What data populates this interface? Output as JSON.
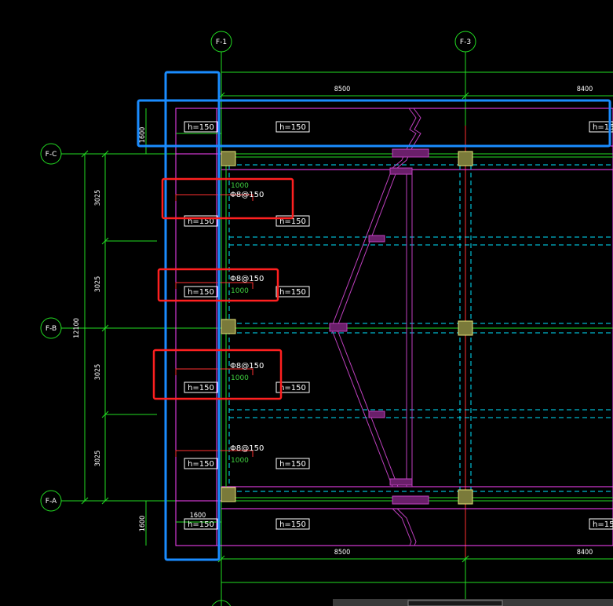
{
  "axes": {
    "f1": "F-1",
    "f3": "F-3",
    "fc": "F-C",
    "fb": "F-B",
    "fa": "F-A"
  },
  "dimensions": {
    "top_span_1": "8500",
    "top_span_2": "8400",
    "bottom_span_1": "8500",
    "bottom_span_2": "8400",
    "left_segments": [
      "3025",
      "3025",
      "3025",
      "3025"
    ],
    "left_total": "12100",
    "top_overhang": "1600",
    "bottom_overhang": "1600"
  },
  "slab_labels": {
    "thickness": "h=150",
    "top_left_overlap": "h=150",
    "top_right_partial": "h=15",
    "bottom_right_partial": "h=15",
    "bottom_left_extra": "1600"
  },
  "rebar_labels": {
    "spec": "Φ8@150",
    "length": "1000"
  },
  "colors": {
    "background": "#000000",
    "axis_green": "#22dd22",
    "beam_magenta": "#ff44ff",
    "dashed_cyan": "#00e5ff",
    "column_yellow": "#c8c864",
    "highlight_blue": "#1a8cff",
    "highlight_red": "#ff2020",
    "ramp_purple": "#c040c0"
  }
}
